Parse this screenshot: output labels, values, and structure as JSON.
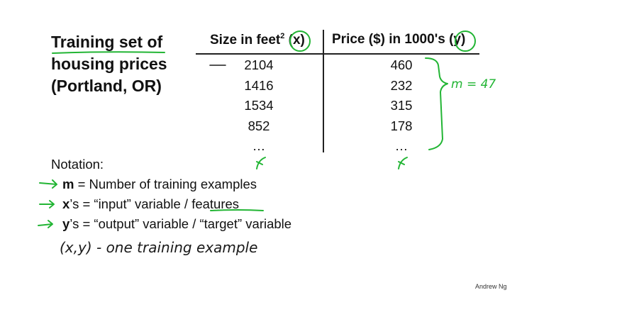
{
  "slide": {
    "title_lines": [
      "Training set of",
      "housing prices",
      "(Portland, OR)"
    ],
    "table": {
      "col_size_header": "Size in feet",
      "col_size_sup": "2",
      "col_size_var": "(x)",
      "col_price_header": "Price ($) in 1000's",
      "col_price_var": "(y)",
      "rows": [
        {
          "size": "2104",
          "price": "460"
        },
        {
          "size": "1416",
          "price": "232"
        },
        {
          "size": "1534",
          "price": "315"
        },
        {
          "size": "852",
          "price": "178"
        },
        {
          "size": "…",
          "price": "…"
        }
      ]
    },
    "notation": {
      "heading": "Notation:",
      "m_symbol": "m",
      "m_text": " = Number of training examples",
      "x_symbol": "x",
      "x_text_1": "’s = “input” variable / ",
      "x_text_2": "features",
      "y_symbol": "y",
      "y_text": "’s = “output” variable / “target” variable"
    },
    "handwritten": {
      "example_note": "(x,y) - one training example",
      "m_annotation": "m = 47"
    },
    "author": "Andrew Ng",
    "colors": {
      "annotation_green": "#22b534",
      "text": "#111111"
    }
  }
}
